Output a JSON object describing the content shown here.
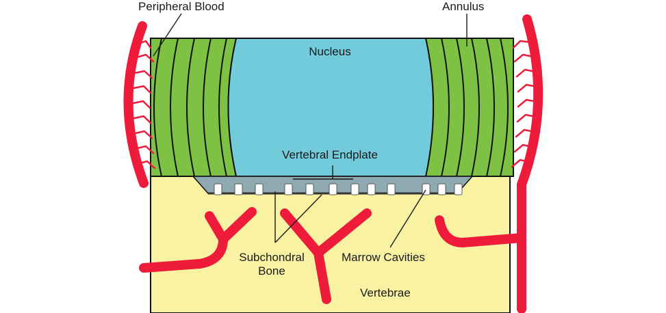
{
  "labels": {
    "peripheral_blood": "Peripheral Blood",
    "annulus": "Annulus",
    "nucleus": "Nucleus",
    "vertebral_endplate": "Vertebral Endplate",
    "subchondral_bone_line1": "Subchondral",
    "subchondral_bone_line2": "Bone",
    "marrow_cavities": "Marrow Cavities",
    "vertebrae": "Vertebrae"
  },
  "colors": {
    "vessel": "#ee1c3a",
    "annulus": "#7dc242",
    "nucleus": "#72cbdb",
    "vertebra": "#f8f2a2",
    "endplate": "#8fa9b0",
    "outline": "#111111"
  }
}
